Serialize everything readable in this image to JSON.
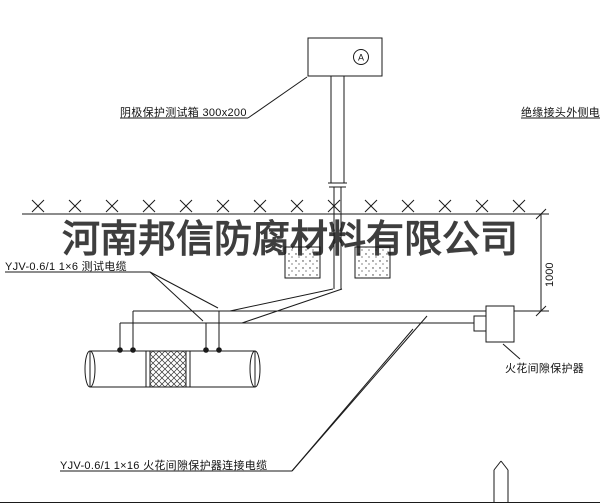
{
  "watermark": "河南邦信防腐材料有限公司",
  "diagram": {
    "ammeter_symbol": "A",
    "labels": {
      "test_box": "阴极保护测试箱 300x200",
      "insulated_joint_cable": "绝缘接头外侧电缆",
      "test_cable": "YJV-0.6/1 1×6 测试电缆",
      "spark_gap_protector": "火花间隙保护器",
      "connection_cable": "YJV-0.6/1 1×16 火花间隙保护器连接电缆",
      "dimension": "1000"
    }
  },
  "colors": {
    "line": "#1a1a1a",
    "background": "#ffffff",
    "watermark": "#141414"
  }
}
